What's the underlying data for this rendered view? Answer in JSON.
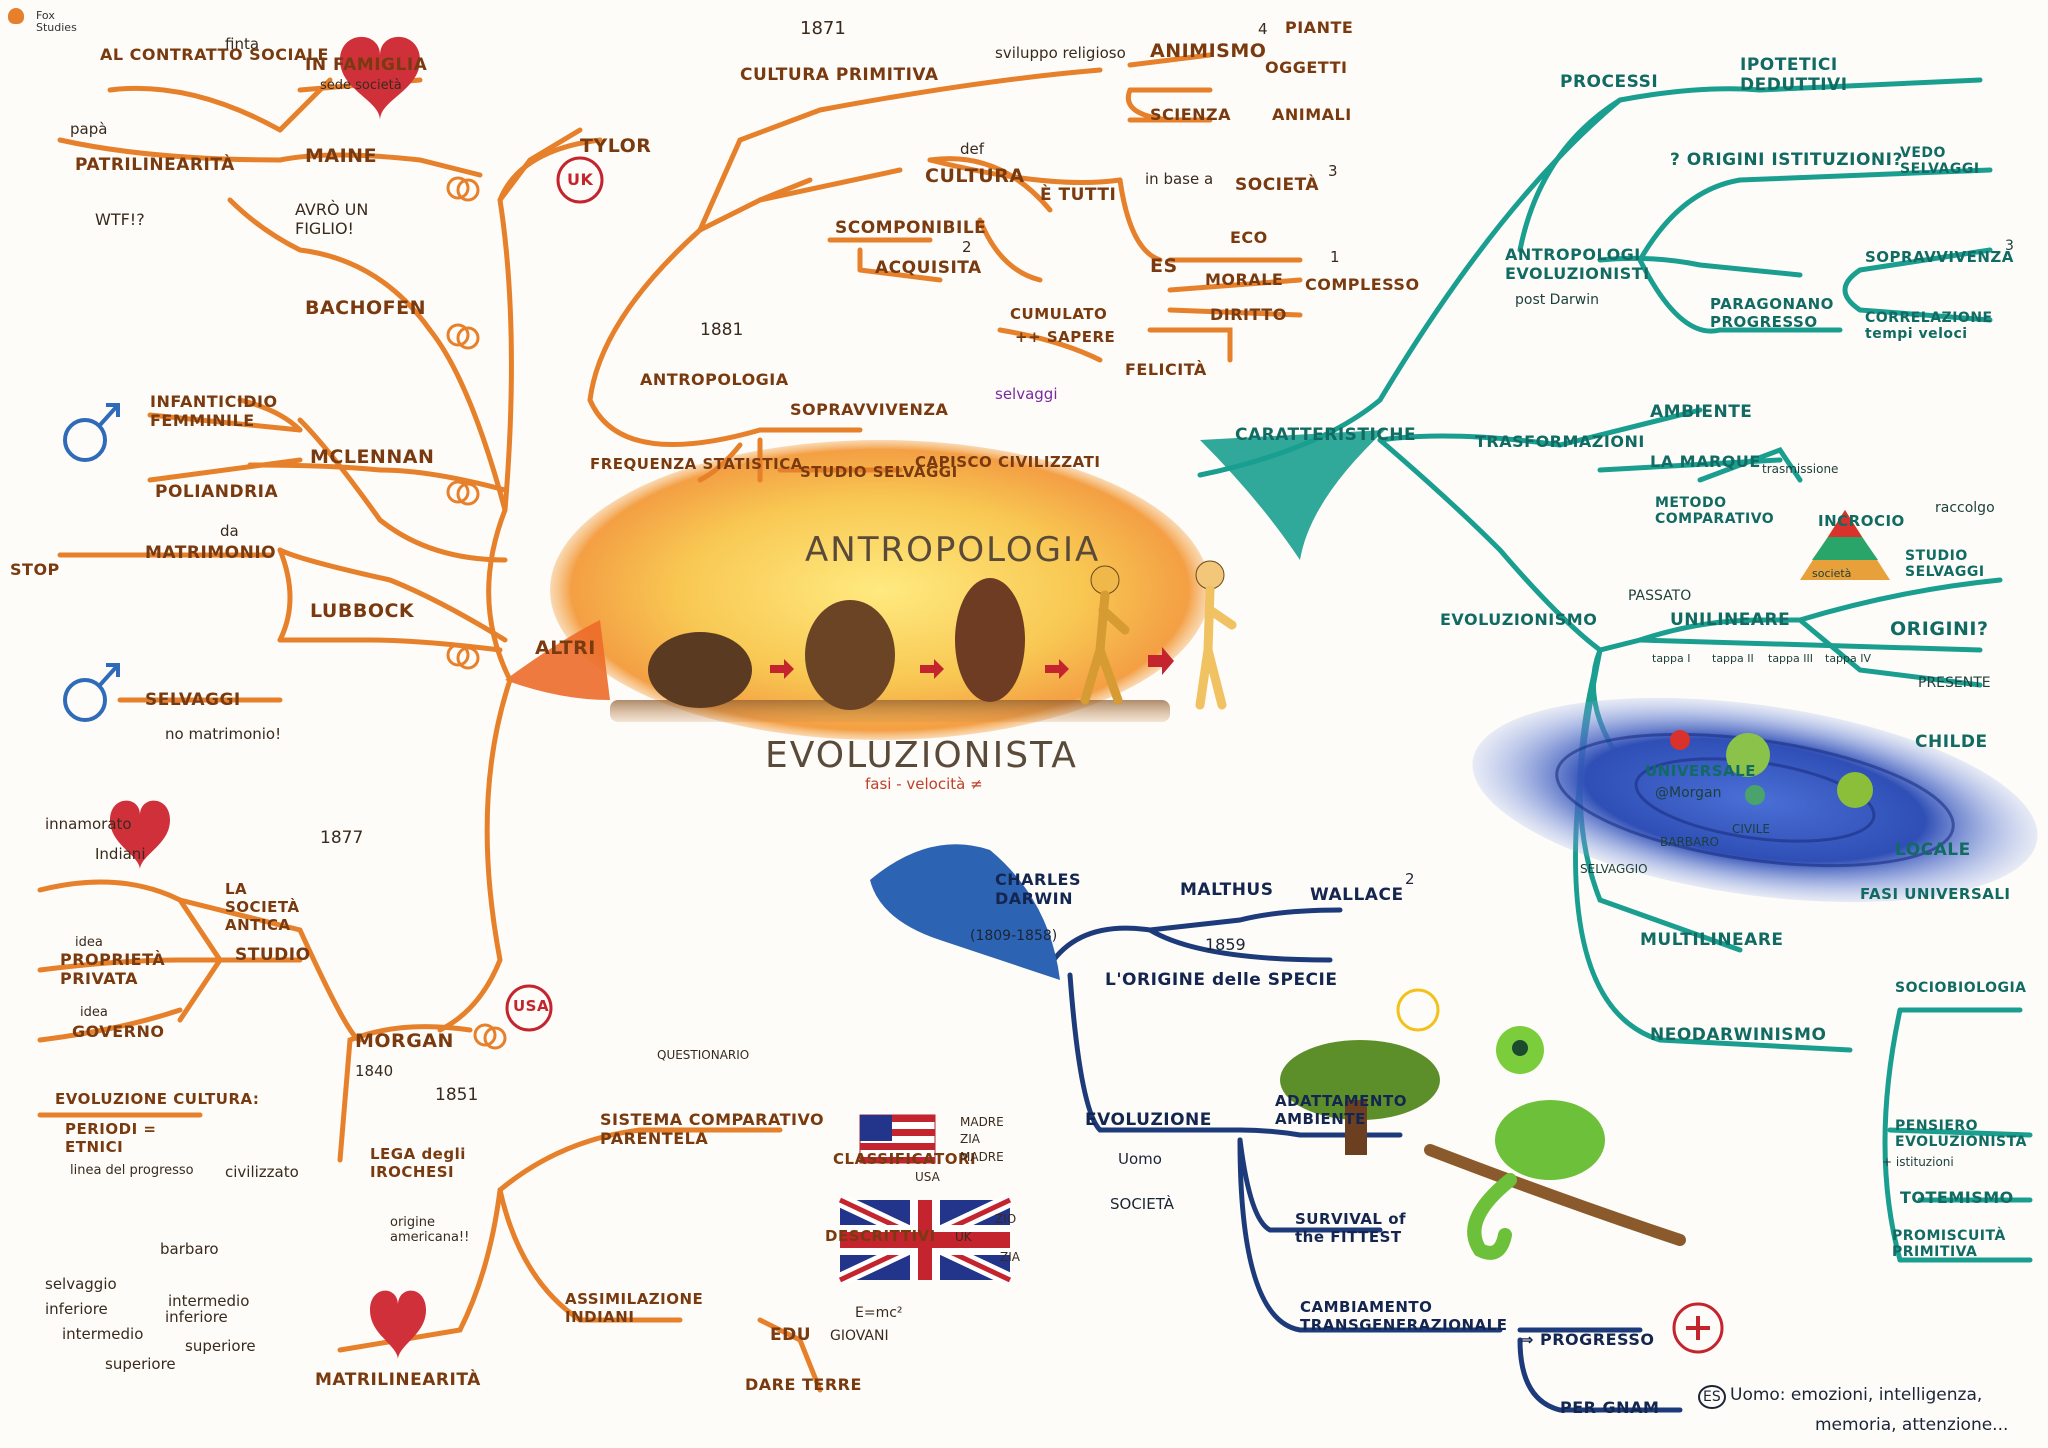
{
  "logo": {
    "line1": "Fox",
    "line2": "Studies"
  },
  "center": {
    "title": "ANTROPOLOGIA",
    "subtitle": "EVOLUZIONISTA",
    "note": "fasi - velocità ≠"
  },
  "left_branch": {
    "label": "ALTRI",
    "tylor": {
      "name": "TYLOR",
      "badge": "UK",
      "year_1871": "1871",
      "cultura_primitiva": "CULTURA PRIMITIVA",
      "sviluppo": "sviluppo religioso",
      "animismo": "ANIMISMO",
      "animismo_sup": "4",
      "piante": "PIANTE",
      "oggetti": "OGGETTI",
      "animali": "ANIMALI",
      "scienza": "SCIENZA",
      "def": "def",
      "cultura": "CULTURA",
      "e_tutti": "È TUTTI",
      "in_base": "in base a",
      "societa": "SOCIETÀ",
      "societa_n": "3",
      "scomponibile": "SCOMPONIBILE",
      "acquisita": "ACQUISITA",
      "acq_n": "2",
      "es": "ES",
      "eco": "ECO",
      "morale": "MORALE",
      "diritto": "DIRITTO",
      "complesso": "COMPLESSO",
      "complesso_n": "1",
      "cumulato": "CUMULATO",
      "sapere": "++ SAPERE",
      "felicita": "FELICITÀ",
      "year_1881": "1881",
      "antropologia": "ANTROPOLOGIA",
      "sopravvivenza": "SOPRAVVIVENZA",
      "selvaggi": "selvaggi",
      "frequenza": "FREQUENZA STATISTICA",
      "studio": "STUDIO SELVAGGI",
      "capisco": "CAPISCO CIVILIZZATI"
    },
    "maine": {
      "name": "MAINE",
      "contratto": "AL CONTRATTO SOCIALE",
      "finta": "finta",
      "famiglia": "IN FAMIGLIA",
      "sede": "sede società",
      "patrilinearita": "PATRILINEARITÀ",
      "papa": "papà"
    },
    "bachofen": {
      "name": "BACHOFEN",
      "wtf": "WTF!?",
      "figlio": "AVRÒ UN FIGLIO!"
    },
    "mclennan": {
      "name": "MCLENNAN",
      "infanticidio": "INFANTICIDIO FEMMINILE",
      "poliandria": "POLIANDRIA"
    },
    "lubbock": {
      "name": "LUBBOCK",
      "matrimonio": "MATRIMONIO",
      "da": "da",
      "stop": "STOP",
      "selvaggi": "SELVAGGI",
      "no_matrimonio": "no matrimonio!"
    },
    "morgan": {
      "name": "MORGAN",
      "badge": "USA",
      "year": "1840",
      "year_1877": "1877",
      "societa_antica": "LA SOCIETÀ ANTICA",
      "studio": "STUDIO",
      "indiani": "Indiani",
      "innamorato": "innamorato",
      "idea1": "idea",
      "proprieta": "PROPRIETÀ PRIVATA",
      "idea2": "idea",
      "governo": "GOVERNO",
      "evoluzione": "EVOLUZIONE CULTURA:",
      "periodi": "PERIODI = ETNICI",
      "linea": "linea del progresso",
      "civilizzato": "civilizzato",
      "selvaggio": "selvaggio",
      "barbaro": "barbaro",
      "inf1": "inferiore",
      "int1": "intermedio",
      "sup1": "superiore",
      "int2": "intermedio",
      "inf2": "inferiore",
      "sup2": "superiore",
      "year_1851": "1851",
      "lega": "LEGA degli IROCHESI",
      "origine": "origine americana!!",
      "matrilinearita": "MATRILINEARITÀ",
      "sistema": "SISTEMA COMPARATIVO PARENTELA",
      "questionario": "QUESTIONARIO",
      "classificatori": "CLASSIFICATORI",
      "usa_small": "USA",
      "madre": "MADRE",
      "zia": "ZIA",
      "madre2": "MADRE",
      "descrittivi": "DESCRITTIVI",
      "uk_small": "UK",
      "zio": "ZIO",
      "zia2": "ZIA",
      "assimilazione": "ASSIMILAZIONE INDIANI",
      "edu": "EDU",
      "giovani": "GIOVANI",
      "formula": "E=mc²",
      "dare": "DARE TERRE"
    }
  },
  "right_teal": {
    "caratteristiche": "CARATTERISTICHE",
    "processi": "PROCESSI",
    "ipotetici": "IPOTETICI DEDUTTIVI",
    "antropologi": "ANTROPOLOGI EVOLUZIONISTI",
    "post": "post Darwin",
    "origini_ist": "? ORIGINI ISTITUZIONI?",
    "vedo": "VEDO SELVAGGI",
    "paragonano": "PARAGONANO PROGRESSO",
    "sopravvivenza": "SOPRAVVIVENZA",
    "sopr_n": "3",
    "correlazione": "CORRELAZIONE tempi veloci",
    "trasformazioni": "TRASFORMAZIONI",
    "ambiente": "AMBIENTE",
    "lamarque": "LA MARQUE",
    "trasmissione": "trasmissione",
    "metodo": "METODO COMPARATIVO",
    "incrocio": "INCROCIO",
    "raccolgo": "raccolgo",
    "studio_sel": "STUDIO SELVAGGI",
    "societa": "società",
    "evoluzionismo": "EVOLUZIONISMO",
    "passato": "PASSATO",
    "unilineare": "UNILINEARE",
    "tappe": [
      "tappa I",
      "tappa II",
      "tappa III",
      "tappa IV"
    ],
    "origini": "ORIGINI?",
    "presente": "PRESENTE",
    "universale": "UNIVERSALE",
    "morgan_ref": "@Morgan",
    "civile": "CIVILE",
    "barbaro": "BARBARO",
    "selvaggio": "SELVAGGIO",
    "childe": "CHILDE",
    "locale": "LOCALE",
    "fasi": "FASI UNIVERSALI",
    "multilineare": "MULTILINEARE",
    "neodarwinismo": "NEODARWINISMO",
    "sociobiologia": "SOCIOBIOLOGIA",
    "pensiero": "PENSIERO EVOLUZIONISTA",
    "istituzioni": "+ istituzioni",
    "totemismo": "TOTEMISMO",
    "promiscuita": "PROMISCUITÀ PRIMITIVA"
  },
  "right_blue": {
    "darwin": "CHARLES DARWIN",
    "dates": "(1809-1858)",
    "malthus": "MALTHUS",
    "wallace": "WALLACE",
    "wallace_n": "2",
    "year_1859": "1859",
    "origine": "L'ORIGINE delle SPECIE",
    "evoluzione": "EVOLUZIONE",
    "uomo": "Uomo",
    "societa": "SOCIETÀ",
    "adattamento": "ADATTAMENTO AMBIENTE",
    "survival": "SURVIVAL of the FITTEST",
    "cambiamento": "CAMBIAMENTO TRANSGENERAZIONALE",
    "progresso": "⇒ PROGRESSO",
    "per_gnam": "PER GNAM",
    "es": "ES",
    "uomo_note": "Uomo: emozioni, intelligenza,",
    "memoria": "memoria, attenzione..."
  },
  "colors": {
    "orange": "#e6802a",
    "teal": "#1a9e8f",
    "blue": "#1d3b7a",
    "red": "#c4242d"
  }
}
